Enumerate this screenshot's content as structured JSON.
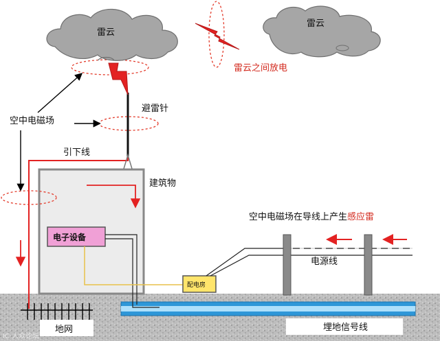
{
  "labels": {
    "cloud_left": "雷云",
    "cloud_right": "雷云",
    "cloud_discharge": "雷云之间放电",
    "lightning_rod": "避雷针",
    "air_em_field": "空中电磁场",
    "down_conductor": "引下线",
    "building": "建筑物",
    "induced_line_prefix": "空中电磁场在导线上产生",
    "induced_line_highlight": "感应雷",
    "electronic_equipment": "电子设备",
    "distribution_room": "配电房",
    "power_line": "电源线",
    "ground_grid": "地网",
    "buried_signal_line": "埋地信号线",
    "watermark": "IC 人众论坛"
  },
  "colors": {
    "cloud": "#a6a6a6",
    "lightning": "#e32222",
    "field_loop": "#e33a2a",
    "wire_red": "#e32222",
    "ground": "#b9b9b9",
    "signal_pipe": "#2e97d8",
    "equipment_box": "#f0a0d6",
    "distribution_box": "#ffe56b",
    "wire_yellow": "#e8c14a"
  },
  "icons": [
    "cloud-icon",
    "lightning-bolt-icon",
    "arrow-icon",
    "pole-icon"
  ]
}
